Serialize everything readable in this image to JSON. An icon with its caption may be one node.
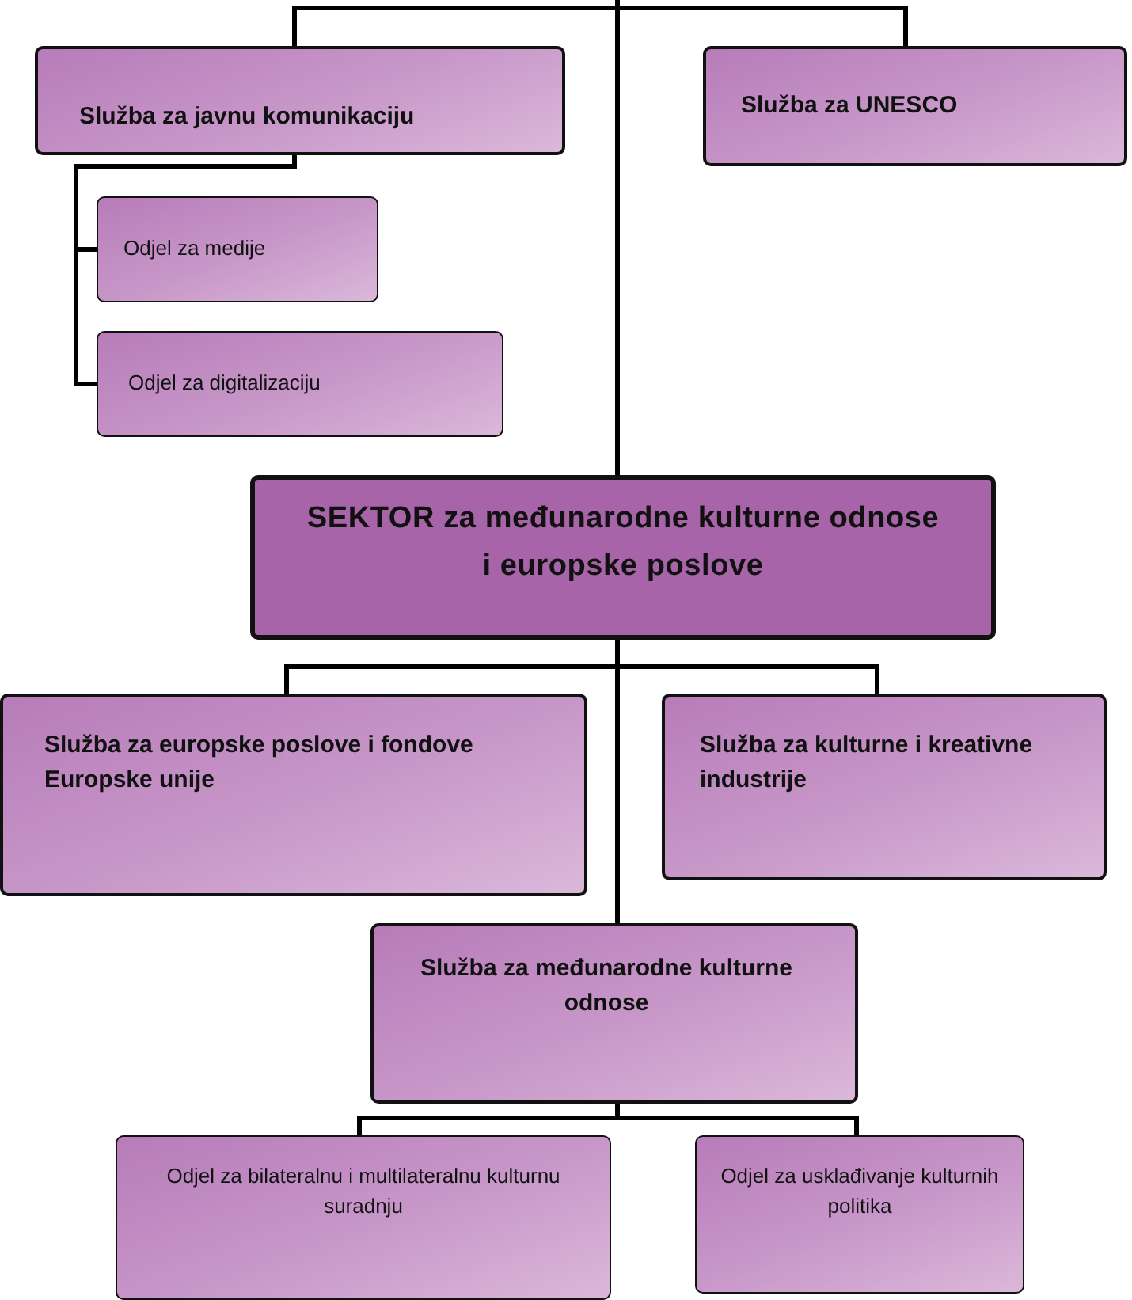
{
  "diagram": {
    "nodes": [
      {
        "text": [
          "Služba za javnu komunikaciju"
        ]
      },
      {
        "text": [
          "Služba za UNESCO"
        ]
      },
      {
        "text": [
          "Odjel za medije"
        ]
      },
      {
        "text": [
          "Odjel za digitalizaciju"
        ]
      },
      {
        "text": [
          "SEKTOR za međunarodne kulturne odnose i europske poslove"
        ]
      },
      {
        "text": [
          "Služba za europske poslove i fondove Europske unije"
        ]
      },
      {
        "text": [
          "Služba za kulturne i kreativne industrije"
        ]
      },
      {
        "text": [
          "Služba za međunarodne kulturne odnose"
        ]
      },
      {
        "text": [
          "Odjel za bilateralnu i multilateralnu kulturnu suradnju"
        ]
      },
      {
        "text": [
          "Odjel za usklađivanje kulturnih politika"
        ]
      }
    ],
    "edges": [
      {
        "from": null,
        "to": 4,
        "arrow": "none"
      },
      {
        "from": 4,
        "to": 0,
        "arrow": "none"
      },
      {
        "from": 4,
        "to": 1,
        "arrow": "none"
      },
      {
        "from": 0,
        "to": 2,
        "arrow": "none"
      },
      {
        "from": 0,
        "to": 3,
        "arrow": "none"
      },
      {
        "from": 4,
        "to": 5,
        "arrow": "none"
      },
      {
        "from": 4,
        "to": 6,
        "arrow": "none"
      },
      {
        "from": 4,
        "to": 7,
        "arrow": "none"
      },
      {
        "from": 7,
        "to": 8,
        "arrow": "none"
      },
      {
        "from": 7,
        "to": 9,
        "arrow": "none"
      }
    ]
  }
}
